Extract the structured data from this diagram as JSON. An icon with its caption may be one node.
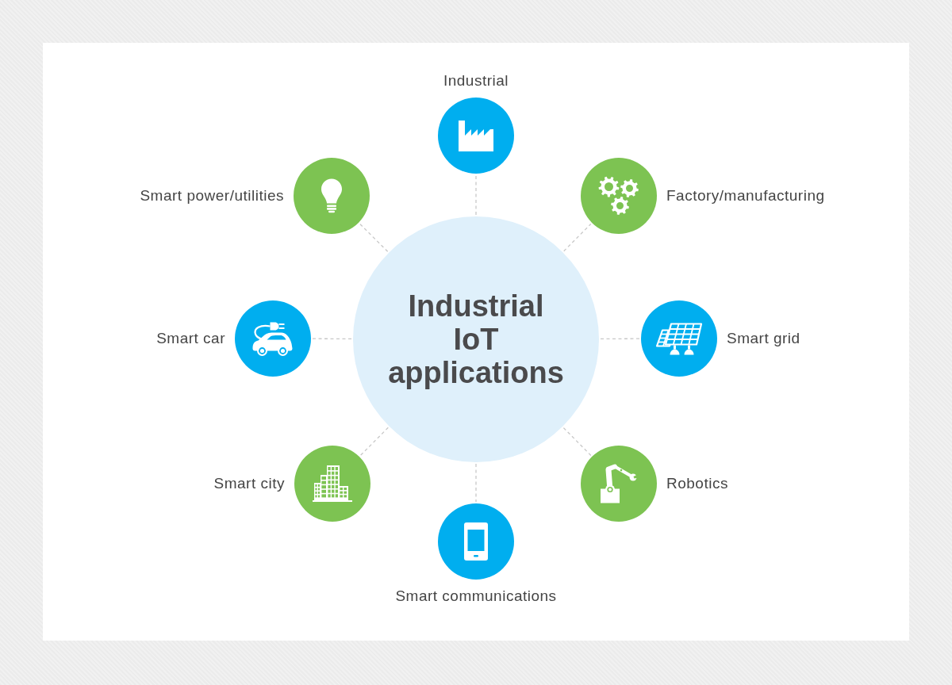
{
  "diagram": {
    "nodes": [
      {
        "text": [
          "Industrial IoT applications"
        ]
      },
      {
        "text": [
          "Industrial"
        ]
      },
      {
        "text": [
          "Factory/manufacturing"
        ]
      },
      {
        "text": [
          "Smart grid"
        ]
      },
      {
        "text": [
          "Robotics"
        ]
      },
      {
        "text": [
          "Smart communications"
        ]
      },
      {
        "text": [
          "Smart city"
        ]
      },
      {
        "text": [
          "Smart car"
        ]
      },
      {
        "text": [
          "Smart power/utilities"
        ]
      }
    ],
    "edges": [
      {
        "from": 0,
        "to": 1,
        "arrow": "none",
        "style": "dashed"
      },
      {
        "from": 0,
        "to": 2,
        "arrow": "none",
        "style": "dashed"
      },
      {
        "from": 0,
        "to": 3,
        "arrow": "none",
        "style": "dashed"
      },
      {
        "from": 0,
        "to": 4,
        "arrow": "none",
        "style": "dashed"
      },
      {
        "from": 0,
        "to": 5,
        "arrow": "none",
        "style": "dashed"
      },
      {
        "from": 0,
        "to": 6,
        "arrow": "none",
        "style": "dashed"
      },
      {
        "from": 0,
        "to": 7,
        "arrow": "none",
        "style": "dashed"
      },
      {
        "from": 0,
        "to": 8,
        "arrow": "none",
        "style": "dashed"
      }
    ]
  }
}
